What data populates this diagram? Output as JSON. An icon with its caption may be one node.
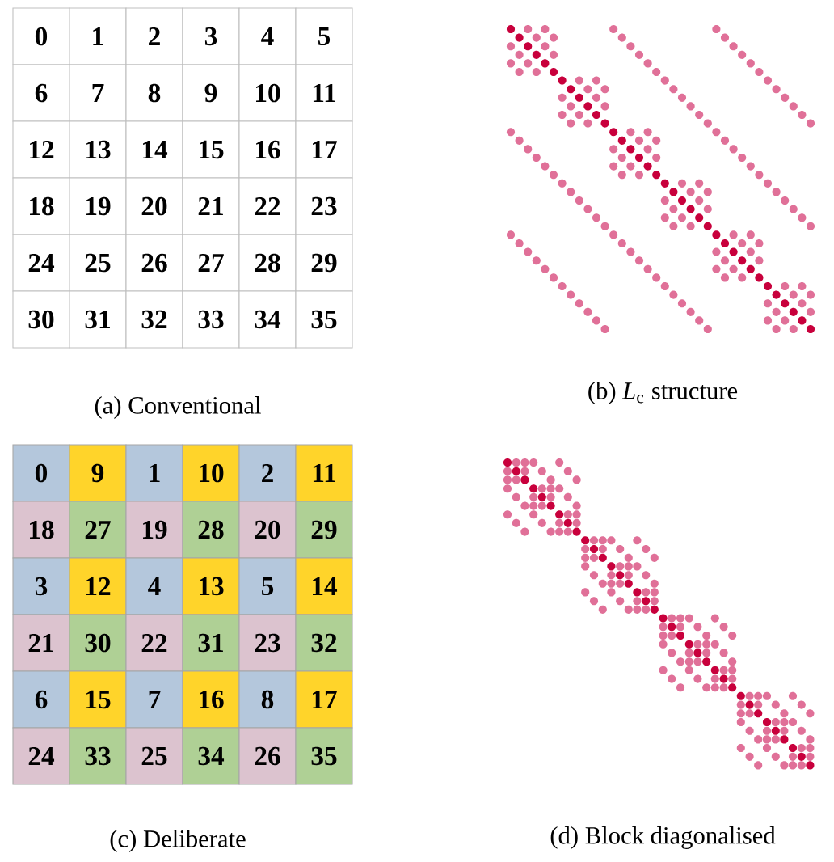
{
  "diagram": {
    "labels": [
      "0",
      "1",
      "2",
      "3",
      "4",
      "5",
      "6",
      "7",
      "8",
      "9",
      "10",
      "11",
      "12",
      "13",
      "14",
      "15",
      "16",
      "17",
      "18",
      "19",
      "20",
      "21",
      "22",
      "23",
      "24",
      "25",
      "26",
      "27",
      "28",
      "29",
      "30",
      "31",
      "32",
      "33",
      "34",
      "35",
      "(a) Conventional",
      "(b) *L*$_{c}$ structure",
      "0",
      "9",
      "1",
      "10",
      "2",
      "11",
      "18",
      "27",
      "19",
      "28",
      "20",
      "29",
      "3",
      "12",
      "4",
      "13",
      "5",
      "14",
      "21",
      "30",
      "22",
      "31",
      "23",
      "32",
      "6",
      "15",
      "7",
      "16",
      "8",
      "17",
      "24",
      "33",
      "25",
      "34",
      "26",
      "35",
      "(c) Deliberate",
      "(d) Block diagonalised"
    ]
  }
}
